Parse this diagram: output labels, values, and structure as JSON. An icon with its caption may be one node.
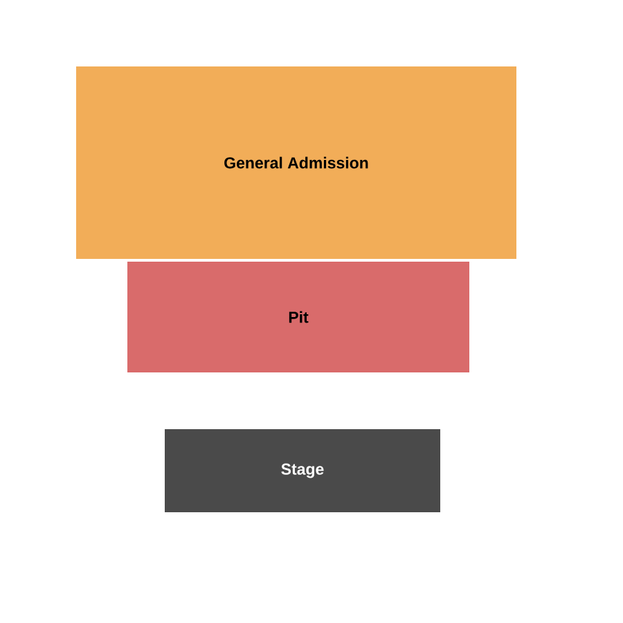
{
  "diagram": {
    "nodes": [
      {
        "text": [
          "General Admission"
        ]
      },
      {
        "text": [
          "Pit"
        ]
      },
      {
        "text": [
          "Stage"
        ]
      }
    ]
  }
}
